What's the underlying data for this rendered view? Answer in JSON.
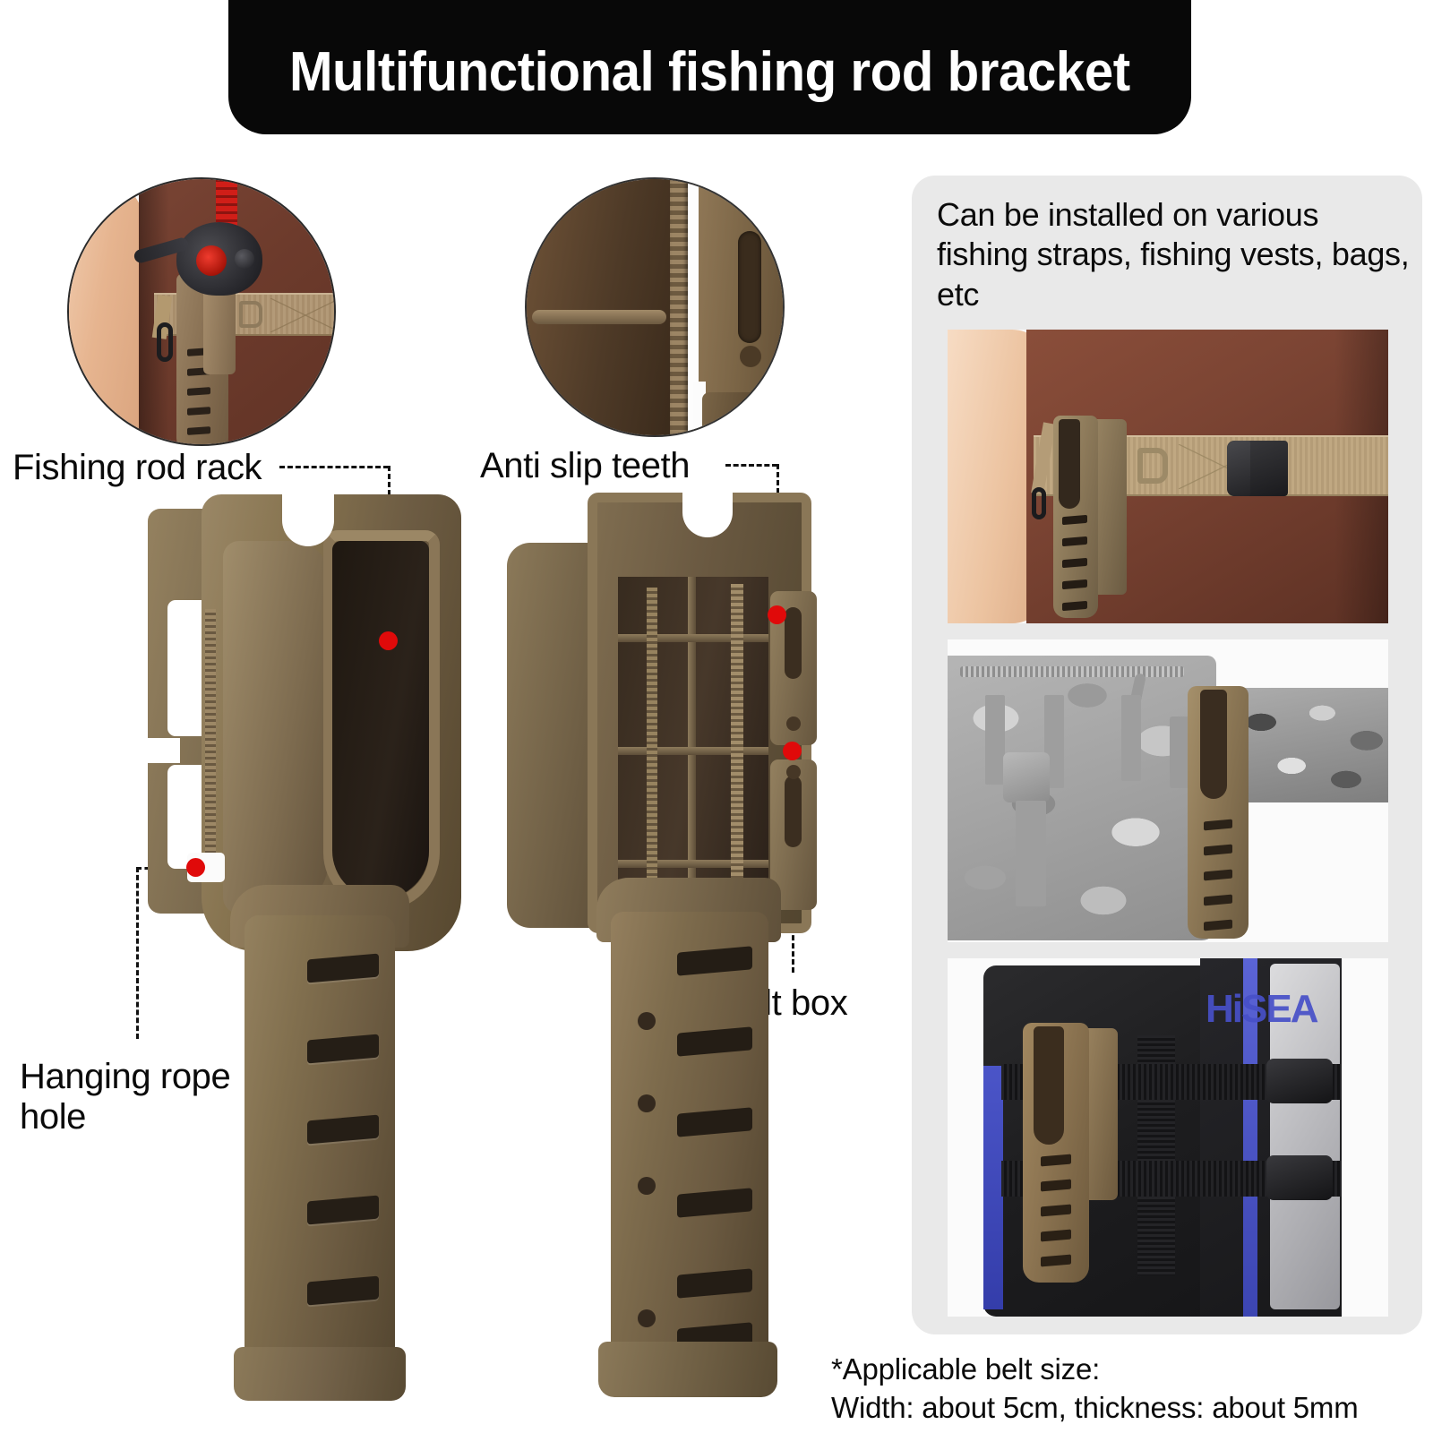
{
  "header": {
    "title": "Multifunctional fishing rod bracket"
  },
  "callouts": {
    "fishing_rod_rack": "Fishing rod rack",
    "anti_slip_teeth": "Anti slip teeth",
    "belt_box": "Belt box",
    "hanging_rope_hole": "Hanging rope\nhole"
  },
  "insets": {
    "worn_on_belt": "rod-holder-worn-on-belt-photo",
    "teeth_macro": "anti-slip-teeth-macro-photo"
  },
  "products": {
    "front_view": "rod-bracket-front-view",
    "rear_view": "rod-bracket-rear-view"
  },
  "panel": {
    "heading": "Can be installed on various fishing straps, fishing vests, bags, etc",
    "photos": [
      {
        "name": "belt-install-photo",
        "caption": ""
      },
      {
        "name": "camo-bag-install-photo",
        "caption": ""
      },
      {
        "name": "life-vest-install-photo",
        "caption": ""
      }
    ],
    "vest_brand": "HiSEA"
  },
  "footnote": {
    "text": "*Applicable belt size:\nWidth: about 5cm, thickness: about 5mm"
  },
  "colors": {
    "title_bar": "#080808",
    "title_text": "#ffffff",
    "panel_bg": "#e9e9e9",
    "annotation_dot": "#e00a0a",
    "leader_line": "#111111",
    "product_tan": "#8d7a5a",
    "page_bg": "#ffffff"
  }
}
